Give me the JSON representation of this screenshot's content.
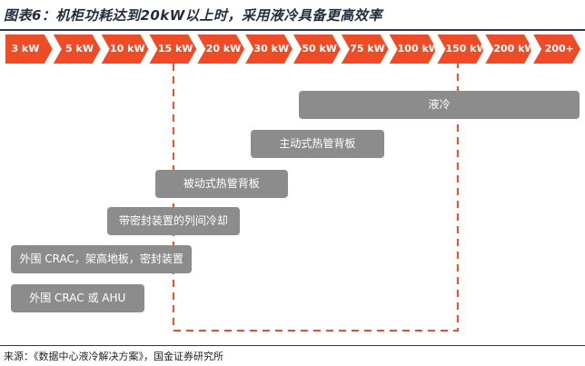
{
  "title": "图表6：机柜功耗达到20kW以上时，采用液冷具备更高效率",
  "source": "来源：《数据中心液冷解决方案》，国金证券研究所",
  "colors": {
    "arrow": "#ee4c27",
    "bar": "#8c8c8c",
    "dash": "#ee4c27"
  },
  "scale": {
    "name": "cabinet-power-scale",
    "steps": [
      "3 kW",
      "5 kW",
      "10 kW",
      "15 kW",
      "20 kW",
      "30 kW",
      "50 kW",
      "75 kW",
      "100 kW",
      "150 kW",
      "200 kW",
      "200+"
    ]
  },
  "highlight": {
    "from_step": "15 kW",
    "to_step": "150 kW",
    "style": "dashed"
  },
  "solutions": [
    {
      "label": "液冷",
      "from_step": "50 kW",
      "to_step": "200+"
    },
    {
      "label": "主动式热管背板",
      "from_step": "30 kW",
      "to_step": "75 kW"
    },
    {
      "label": "被动式热管背板",
      "from_step": "15 kW",
      "to_step": "30 kW"
    },
    {
      "label": "带密封装置的列间冷却",
      "from_step": "10 kW",
      "to_step": "20 kW"
    },
    {
      "label": "外围 CRAC，架高地板，密封装置",
      "from_step": "3 kW",
      "to_step": "15 kW"
    },
    {
      "label": "外围 CRAC 或 AHU",
      "from_step": "3 kW",
      "to_step": "10 kW"
    }
  ]
}
